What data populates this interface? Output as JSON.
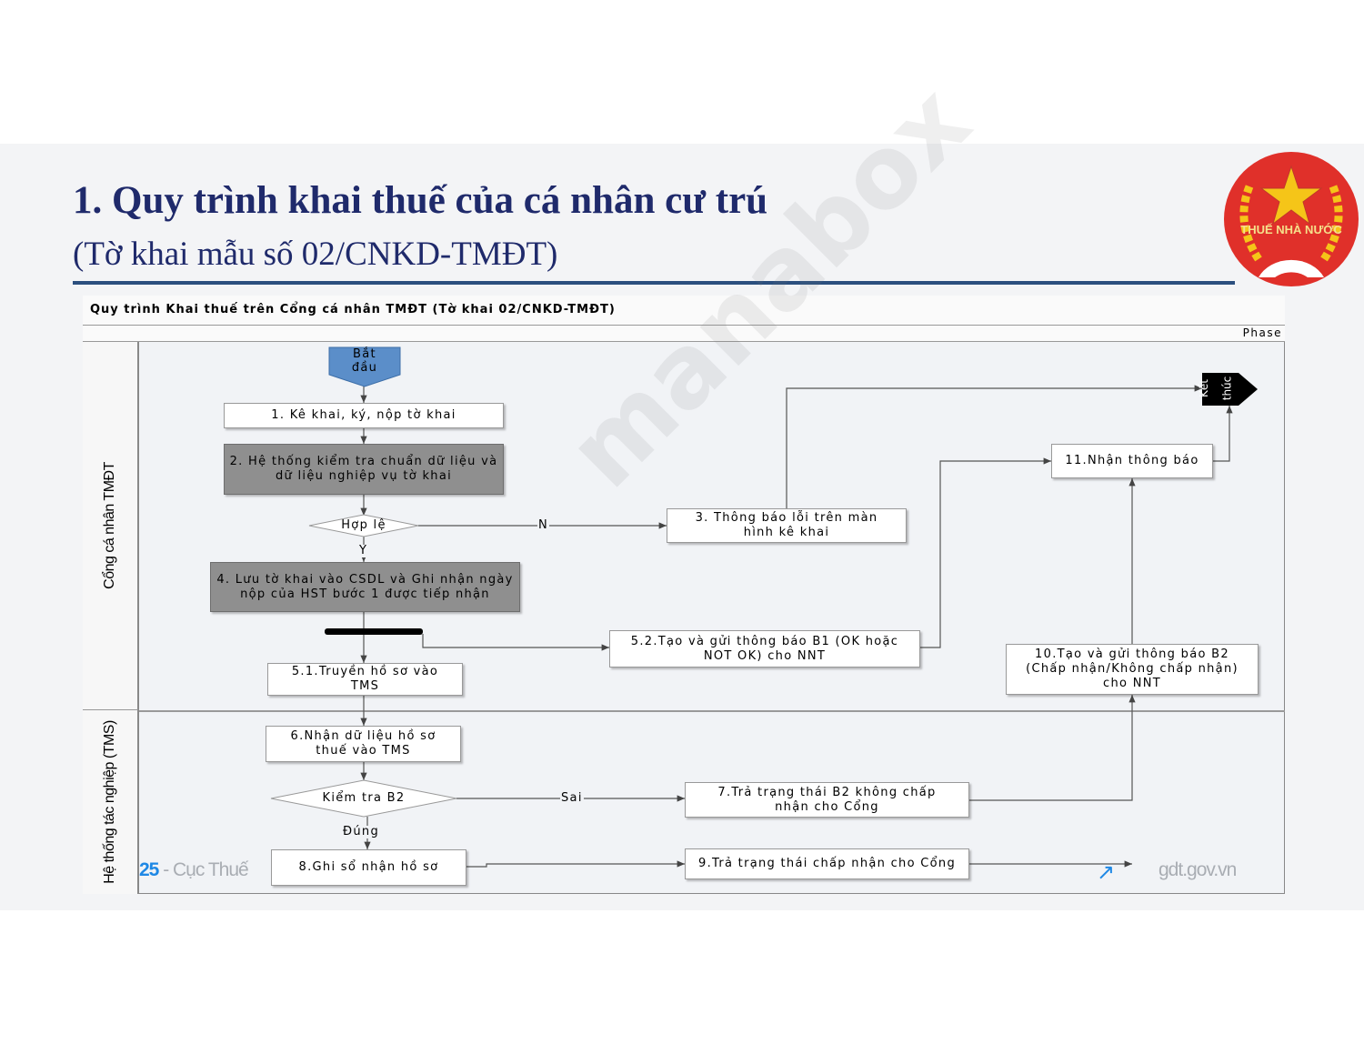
{
  "slide": {
    "title": "1. Quy trình khai thuế của cá nhân cư trú",
    "subtitle": "(Tờ khai mẫu số 02/CNKD-TMĐT)",
    "logo_text": "THUẾ NHÀ NƯỚC",
    "footer_page": "25",
    "footer_org": " - Cục Thuế",
    "footer_site": "gdt.gov.vn",
    "watermark": "manabox"
  },
  "diagram": {
    "title": "Quy trình Khai thuế trên Cổng cá nhân TMĐT (Tờ khai 02/CNKD-TMĐT)",
    "phase": "Phase",
    "lanes": [
      "Cổng cá nhân TMĐT",
      "Hệ thống tác nghiệp (TMS)"
    ],
    "start": [
      "Bắt",
      "đầu"
    ],
    "end": [
      "Kết",
      "thúc"
    ],
    "steps": {
      "s1": "1. Kê khai, ký, nộp tờ khai",
      "s2": "2. Hệ thống kiểm tra chuẩn dữ liệu và dữ liệu nghiệp vụ tờ khai",
      "d1": "Hợp lệ",
      "s3": "3. Thông báo lỗi trên màn hình kê khai",
      "s4": "4. Lưu tờ khai vào CSDL và Ghi nhận ngày nộp của HST bước 1 được tiếp nhận",
      "s51": "5.1.Truyền hồ sơ vào TMS",
      "s52": "5.2.Tạo và gửi thông báo B1 (OK hoặc NOT OK) cho NNT",
      "s6": "6.Nhận dữ liệu hồ sơ thuế vào TMS",
      "d2": "Kiểm tra B2",
      "s7": "7.Trả trạng thái B2 không chấp nhận cho Cổng",
      "s8": "8.Ghi sổ nhận hồ sơ",
      "s9": "9.Trả trạng thái chấp nhận cho Cổng",
      "s10": "10.Tạo và gửi thông báo B2 (Chấp nhận/Không chấp nhận) cho NNT",
      "s11": "11.Nhận thông báo"
    },
    "labels": {
      "no": "N",
      "yes": "Y",
      "wrong": "Sai",
      "right": "Đúng"
    },
    "colors": {
      "start": "#5b8ec9",
      "gray_step": "#8f8f8f",
      "title": "#1f2a6b",
      "logo_red": "#e0302a",
      "logo_gold": "#f5c518"
    }
  }
}
